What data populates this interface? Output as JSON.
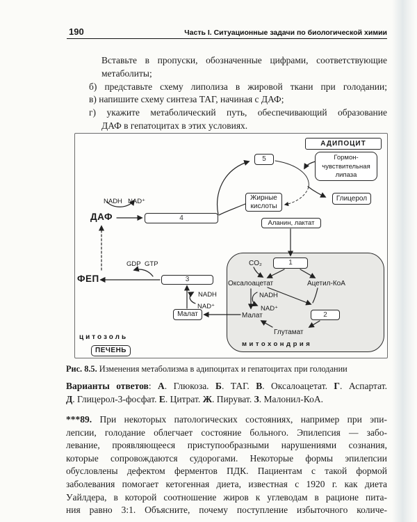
{
  "header": {
    "page_number": "190",
    "chapter_title": "Часть I. Ситуационные задачи по биологической химии"
  },
  "intro": {
    "lines": [
      "Вставьте в пропуски, обозначенные цифрами, соответствующие",
      "метаболиты;",
      "б) представьте схему липолиза в жировой ткани при голодании;",
      "в) напишите схему синтеза ТАГ, начиная с ДАФ;",
      "г) укажите метаболический путь, обеспечивающий образование",
      "ДАФ в гепатоцитах в этих условиях."
    ]
  },
  "figure": {
    "adipocyte_label": "АДИПОЦИТ",
    "box1": "1",
    "box2": "2",
    "box3": "3",
    "box4": "4",
    "box5": "5",
    "lipase_line1": "Гормон-",
    "lipase_line2": "чувствительная",
    "lipase_line3": "липаза",
    "fatty_acids_line1": "Жирные",
    "fatty_acids_line2": "кислоты",
    "glycerol": "Глицерол",
    "alanine_lactate": "Аланин, лактат",
    "daf": "ДАФ",
    "fep": "ФЕП",
    "nadh": "NADH",
    "nad": "NAD⁺",
    "gdp": "GDP",
    "gtp": "GTP",
    "co2": "CO₂",
    "oxaloacetate": "Оксалоацетат",
    "acetyl_coa": "Ацетил-КоА",
    "malate_mito": "Малат",
    "malate_cytosol": "Малат",
    "glutamate": "Глутамат",
    "mitochondria_label": "митохондрия",
    "cytosol_label": "цитозоль",
    "liver_label": "ПЕЧЕНЬ",
    "colors": {
      "mito_fill": "#e9e9e6",
      "line": "#222222",
      "paper": "#fbfbf8"
    }
  },
  "caption": {
    "segments": [
      {
        "t": "Рис. 8.5.",
        "b": true
      },
      {
        "t": " Изменения метаболизма в адипоцитах и гепатоцитах при голодании",
        "b": false
      }
    ]
  },
  "answers": {
    "line1_segments": [
      {
        "t": "Варианты ответов",
        "b": true
      },
      {
        "t": ": ",
        "b": false
      },
      {
        "t": "А",
        "b": true
      },
      {
        "t": ". Глюкоза. ",
        "b": false
      },
      {
        "t": "Б",
        "b": true
      },
      {
        "t": ". ТАГ. ",
        "b": false
      },
      {
        "t": "В",
        "b": true
      },
      {
        "t": ". Оксалоацетат. ",
        "b": false
      },
      {
        "t": "Г",
        "b": true
      },
      {
        "t": ". Аспартат.",
        "b": false
      }
    ],
    "line2_segments": [
      {
        "t": "Д",
        "b": true
      },
      {
        "t": ". Глицерол-3-фосфат. ",
        "b": false
      },
      {
        "t": "Е",
        "b": true
      },
      {
        "t": ". Цитрат. ",
        "b": false
      },
      {
        "t": "Ж",
        "b": true
      },
      {
        "t": ". Пируват. ",
        "b": false
      },
      {
        "t": "З",
        "b": true
      },
      {
        "t": ". Малонил-КоА.",
        "b": false
      }
    ]
  },
  "problem89": {
    "lead": "***89.",
    "lines": [
      " При некоторых патологических состояниях, например при эпи-",
      "лепсии, голодание облегчает состояние больного. Эпилепсия — забо-",
      "левание, проявляющееся приступообразными нарушениями сознания,",
      "которые сопровождаются судорогами. Некоторые формы эпилепсии",
      "обусловлены дефектом ферментов ПДК. Пациентам с такой формой",
      "заболевания помогает кетогенная диета, известная с 1920 г. как диета",
      "Уайлдера, в которой соотношение жиров к углеводам в рационе пита-",
      "ния равно 3:1. Объясните, почему поступление избыточного количе-"
    ]
  }
}
